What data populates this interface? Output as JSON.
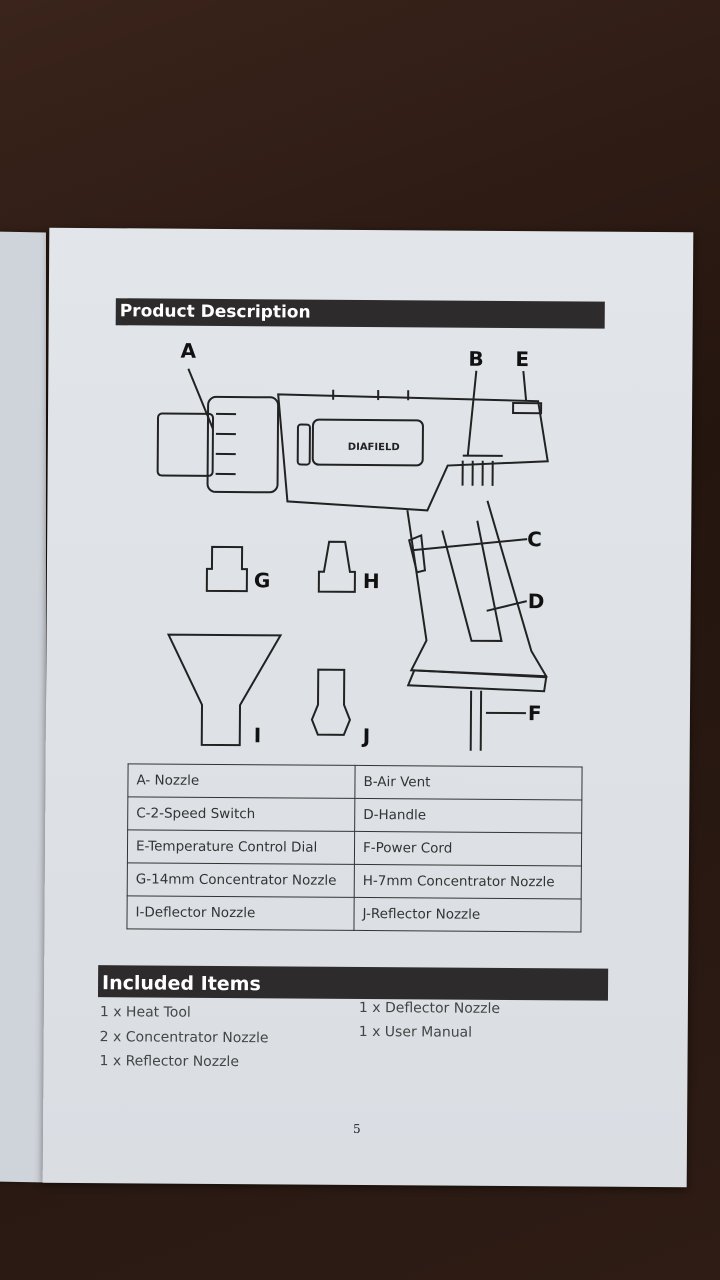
{
  "product_section": {
    "title": "Product Description",
    "brand_on_tool": "DIAFIELD",
    "callouts": [
      "A",
      "B",
      "C",
      "D",
      "E",
      "F",
      "G",
      "H",
      "I",
      "J"
    ]
  },
  "parts_table": [
    [
      "A- Nozzle",
      "B-Air Vent"
    ],
    [
      "C-2-Speed Switch",
      "D-Handle"
    ],
    [
      "E-Temperature Control Dial",
      "F-Power Cord"
    ],
    [
      "G-14mm Concentrator Nozzle",
      "H-7mm Concentrator Nozzle"
    ],
    [
      "I-Deflector Nozzle",
      "J-Reflector Nozzle"
    ]
  ],
  "included_section": {
    "title": "Included Items",
    "left_items": [
      "1 x Heat Tool",
      "2 x Concentrator Nozzle",
      "1 x Reflector Nozzle"
    ],
    "right_items": [
      "1 x Deflector Nozzle",
      "1 x User Manual"
    ]
  },
  "page_number": "5"
}
